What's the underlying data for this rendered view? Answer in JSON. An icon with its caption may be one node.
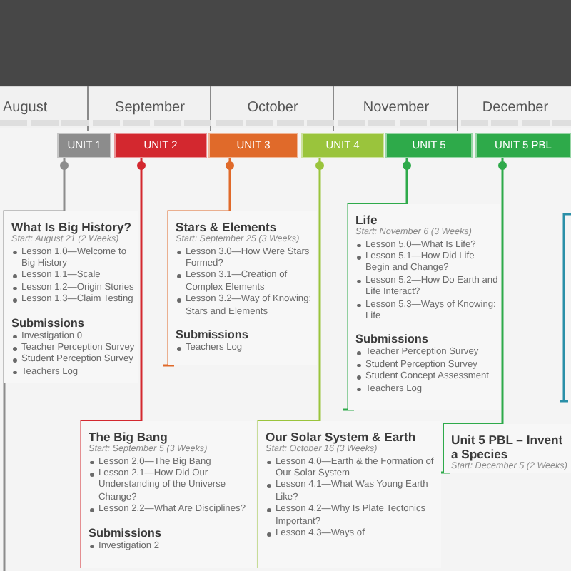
{
  "diagram": {
    "nodes": [
      {
        "text": [
          "UNIT 1"
        ]
      },
      {
        "text": [
          "UNIT 2"
        ]
      },
      {
        "text": [
          "UNIT 3"
        ]
      },
      {
        "text": [
          "UNIT 4"
        ]
      },
      {
        "text": [
          "UNIT 5"
        ]
      },
      {
        "text": [
          "UNIT 5 PBL"
        ]
      },
      {
        "text": [
          "What Is Big History?",
          "Start: August 21 (2 Weeks)",
          "Lesson 1.0—Welcome to Big History",
          "Lesson 1.1—Scale",
          "Lesson 1.2—Origin Stories",
          "Lesson 1.3—Claim Testing"
        ]
      },
      {
        "text": [
          "Submissions",
          "Investigation 0",
          "Teacher Perception Survey",
          "Student Perception Survey",
          "Teachers Log"
        ],
        "in": 6
      },
      {
        "text": [
          "Stars & Elements",
          "Start: September 25 (3 Weeks)",
          "Lesson 3.0—How Were Stars Formed?",
          "Lesson 3.1—Creation of Complex Elements",
          "Lesson 3.2—Way of Knowing: Stars and Elements"
        ]
      },
      {
        "text": [
          "Submissions",
          "Teachers Log"
        ],
        "in": 8
      },
      {
        "text": [
          "Life",
          "Start: November 6 (3 Weeks)",
          "Lesson 5.0—What Is Life?",
          "Lesson 5.1—How Did Life Begin and Change?",
          "Lesson 5.2—How Do Earth and Life Interact?",
          "Lesson 5.3—Ways of Knowing: Life"
        ]
      },
      {
        "text": [
          "Submissions",
          "Teacher Perception Survey",
          "Student Perception Survey",
          "Student Concept Assessment",
          "Teachers Log"
        ],
        "in": 10
      },
      {
        "text": [
          "The Big Bang",
          "Start: September 5 (3 Weeks)",
          "Lesson 2.0—The Big Bang",
          "Lesson 2.1—How Did Our Understanding of the Universe Change?",
          "Lesson 2.2—What Are Disciplines?"
        ]
      },
      {
        "text": [
          "Submissions",
          "Investigation 2"
        ],
        "in": 12
      },
      {
        "text": [
          "Our Solar System & Earth",
          "Start: October 16 (3 Weeks)",
          "Lesson 4.0—Earth & the Formation of Our Solar System",
          "Lesson 4.1—What Was Young Earth Like?",
          "Lesson 4.2—Why Is Plate Tectonics Important?",
          "Lesson 4.3—Ways of"
        ]
      },
      {
        "text": [
          "Unit 5 PBL – Invent a Species",
          "Start: December 5 (2 Weeks)"
        ]
      }
    ],
    "edges": [
      {
        "from": 0,
        "to": 6,
        "arrow": "other",
        "color": "#8c8c8c"
      },
      {
        "from": 1,
        "to": 12,
        "arrow": "other",
        "color": "#d3282f"
      },
      {
        "from": 2,
        "to": 8,
        "arrow": "other",
        "color": "#e06a2a"
      },
      {
        "from": 3,
        "to": 14,
        "arrow": "other",
        "color": "#9ac43c"
      },
      {
        "from": 4,
        "to": 10,
        "arrow": "other",
        "color": "#2eaa4a"
      },
      {
        "from": 5,
        "to": 15,
        "arrow": "other",
        "color": "#2eaa4a"
      }
    ],
    "labels": [
      "August",
      "September",
      "October",
      "November",
      "December"
    ]
  }
}
